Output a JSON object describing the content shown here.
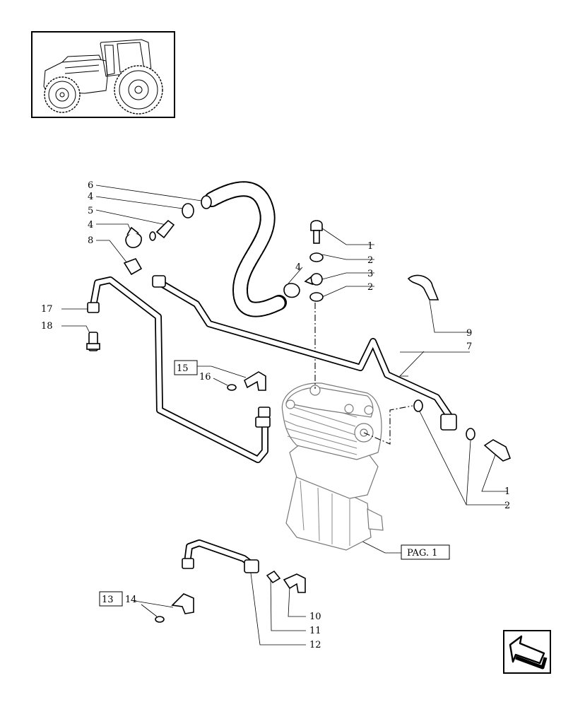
{
  "labels": {
    "l6": "6",
    "l4a": "4",
    "l5": "5",
    "l4b": "4",
    "l8": "8",
    "l4c": "4",
    "l1a": "1",
    "l2a": "2",
    "l3": "3",
    "l2b": "2",
    "l9": "9",
    "l7": "7",
    "l17": "17",
    "l18": "18",
    "l15": "15",
    "l16": "16",
    "l1b": "1",
    "l2c": "2",
    "lpag": "PAG. 1",
    "l10": "10",
    "l11": "11",
    "l12": "12",
    "l13": "13",
    "l14": "14"
  },
  "icons": {
    "thumbnail": "tractor-thumbnail-icon",
    "nav": "next-page-arrow-icon"
  }
}
